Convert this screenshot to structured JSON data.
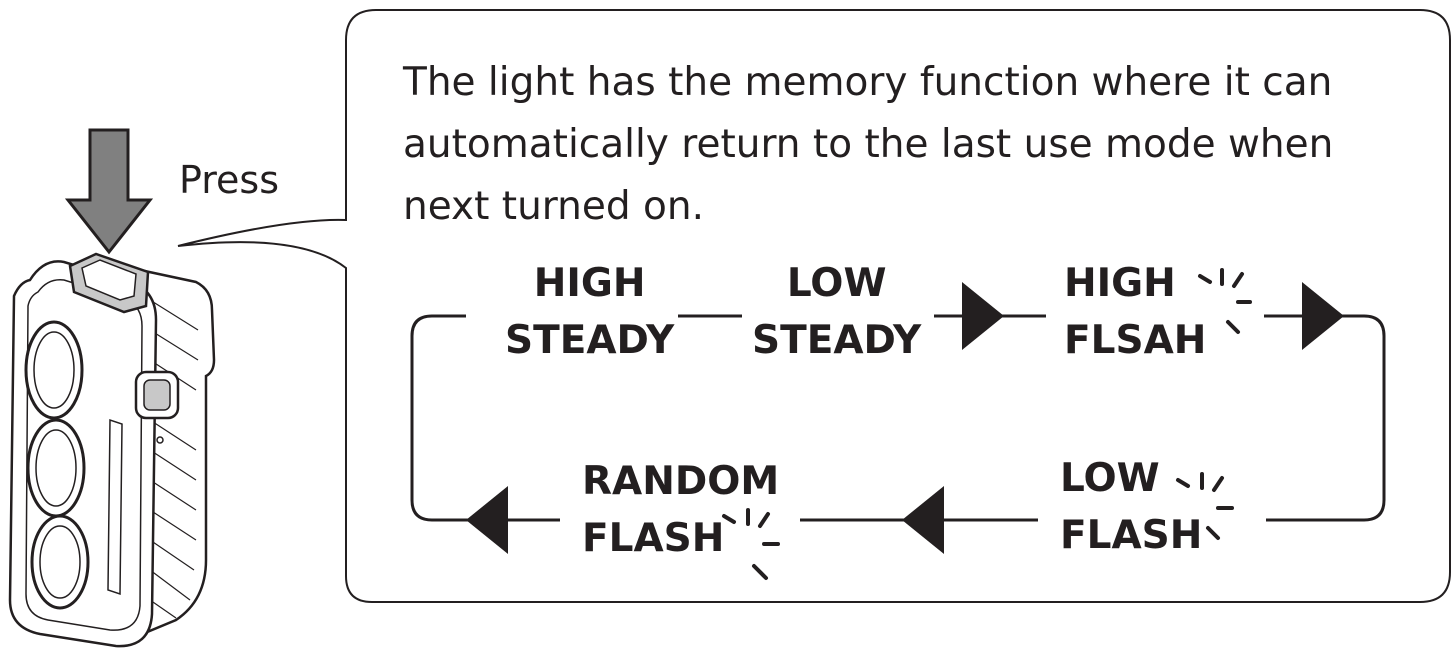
{
  "action_label": "Press",
  "description_lines": [
    "The light has the memory function where it can",
    "automatically return to the last use mode when",
    "next turned on."
  ],
  "modes": [
    {
      "line1": "HIGH",
      "line2": "STEADY",
      "flashing": false
    },
    {
      "line1": "LOW",
      "line2": "STEADY",
      "flashing": false
    },
    {
      "line1": "HIGH",
      "line2": "FLSAH",
      "flashing": true
    },
    {
      "line1": "LOW",
      "line2": "FLASH",
      "flashing": true
    },
    {
      "line1": "RANDOM",
      "line2": "FLASH",
      "flashing": true
    }
  ],
  "colors": {
    "ink": "#231f20",
    "arrow_gray": "#808080",
    "body_gray": "#c8c8c8"
  },
  "icons": {
    "press_arrow": "down-arrow-icon",
    "flash_indicator": "flash-burst-icon",
    "cycle_arrow": "triangle-arrow-icon"
  }
}
